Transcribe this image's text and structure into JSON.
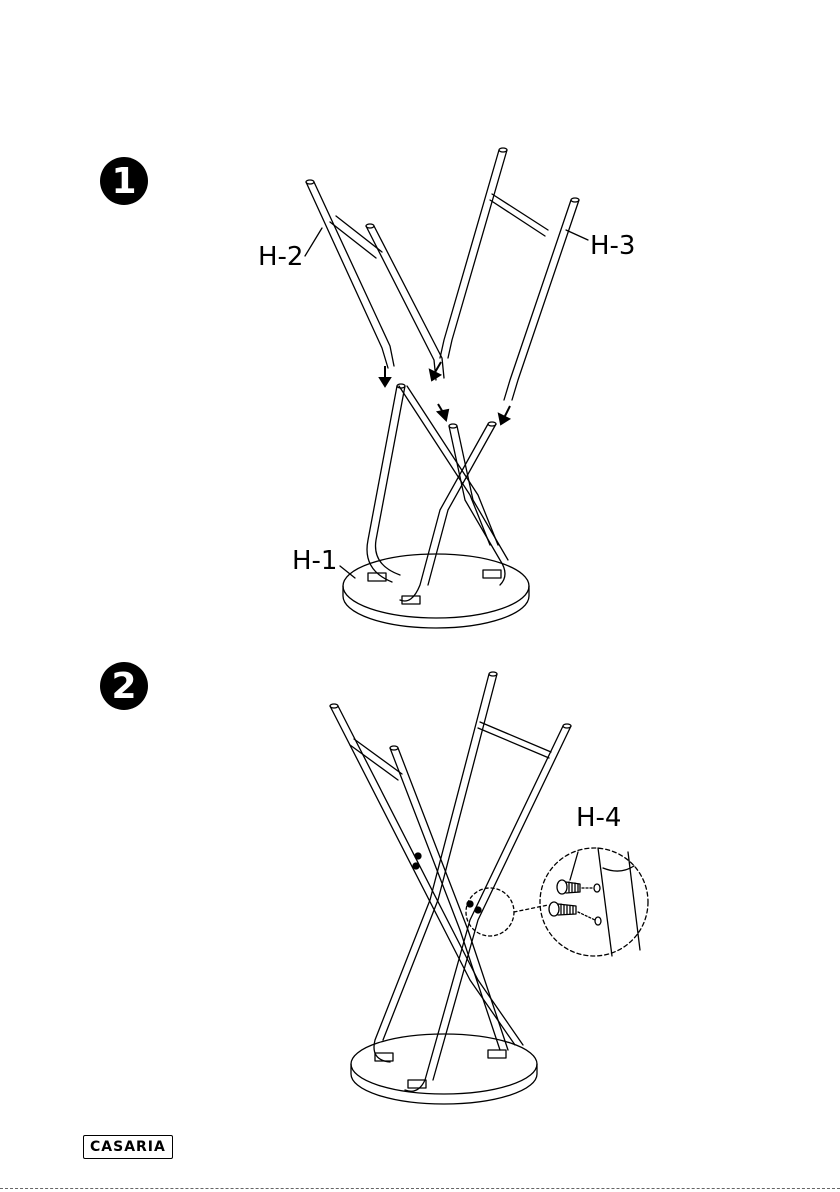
{
  "steps": [
    {
      "number": "1",
      "labels": {
        "top_left": "H-2",
        "top_right": "H-3",
        "base": "H-1"
      }
    },
    {
      "number": "2",
      "labels": {
        "screw": "H-4"
      }
    }
  ],
  "brand": {
    "logo_text": "CASARIA"
  }
}
